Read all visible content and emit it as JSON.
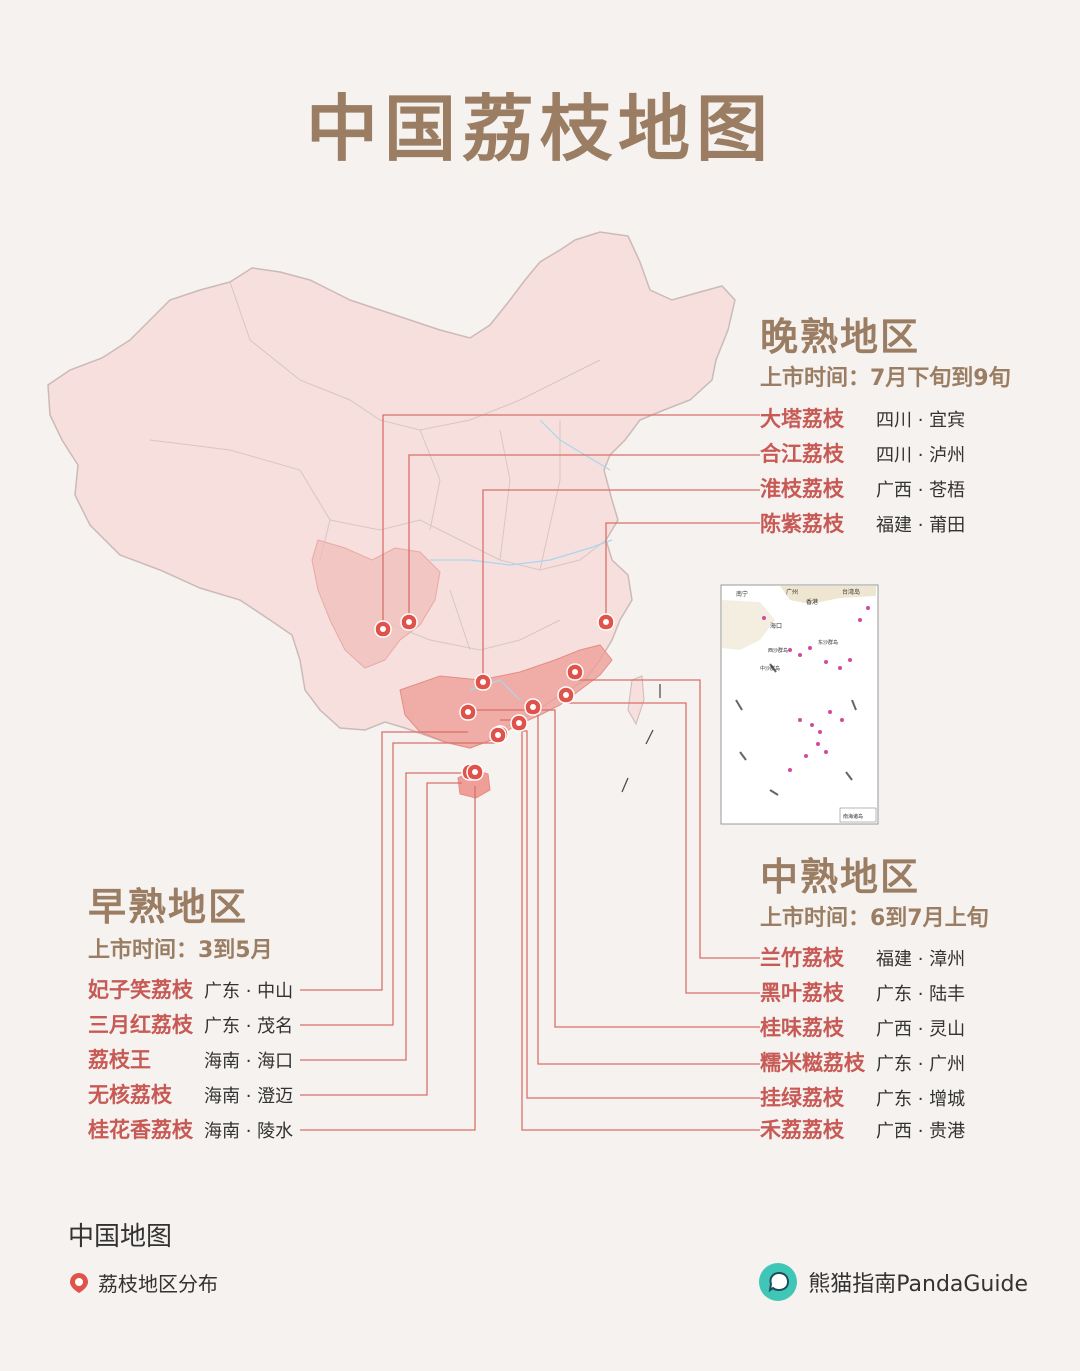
{
  "title": "中国荔枝地图",
  "colors": {
    "brown": "#9a7d62",
    "red": "#c85a56",
    "map_fill": "#f6dfdd",
    "region_fill": "#f0bdb8"
  },
  "late": {
    "title": "晚熟地区",
    "subtitle": "上市时间：7月下旬到9旬",
    "items": [
      {
        "name": "大塔荔枝",
        "place": "四川 · 宜宾"
      },
      {
        "name": "合江荔枝",
        "place": "四川 · 泸州"
      },
      {
        "name": "淮枝荔枝",
        "place": "广西 · 苍梧"
      },
      {
        "name": "陈紫荔枝",
        "place": "福建 · 莆田"
      }
    ]
  },
  "mid": {
    "title": "中熟地区",
    "subtitle": "上市时间：6到7月上旬",
    "items": [
      {
        "name": "兰竹荔枝",
        "place": "福建 · 漳州"
      },
      {
        "name": "黑叶荔枝",
        "place": "广东 · 陆丰"
      },
      {
        "name": "桂味荔枝",
        "place": "广西 · 灵山"
      },
      {
        "name": "糯米糍荔枝",
        "place": "广东 · 广州"
      },
      {
        "name": "挂绿荔枝",
        "place": "广东 · 增城"
      },
      {
        "name": "禾荔荔枝",
        "place": "广西 · 贵港"
      }
    ]
  },
  "early": {
    "title": "早熟地区",
    "subtitle": "上市时间：3到5月",
    "items": [
      {
        "name": "妃子笑荔枝",
        "place": "广东 · 中山"
      },
      {
        "name": "三月红荔枝",
        "place": "广东 · 茂名"
      },
      {
        "name": "荔枝王",
        "place": "海南 · 海口"
      },
      {
        "name": "无核荔枝",
        "place": "海南 · 澄迈"
      },
      {
        "name": "桂花香荔枝",
        "place": "海南 · 陵水"
      }
    ]
  },
  "inset": {
    "labels": [
      "南宁",
      "广州",
      "香港",
      "台湾岛",
      "海口",
      "西沙群岛",
      "中沙群岛",
      "东沙群岛",
      "南海诸岛"
    ]
  },
  "legend": {
    "title": "中国地图",
    "item": "荔枝地区分布",
    "marker_icon": "location-pin-icon"
  },
  "brand": {
    "name": "熊猫指南PandaGuide",
    "icon": "chat-bubble-logo-icon"
  }
}
